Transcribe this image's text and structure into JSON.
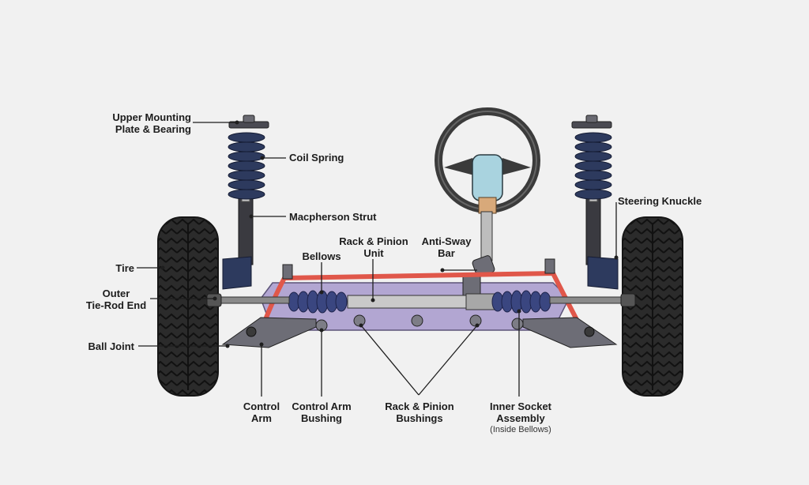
{
  "labels": {
    "upper_mounting": [
      "Upper Mounting",
      "Plate & Bearing"
    ],
    "coil_spring": "Coil Spring",
    "macpherson_strut": "Macpherson Strut",
    "tire": "Tire",
    "outer_tie_rod": [
      "Outer",
      "Tie-Rod End"
    ],
    "ball_joint": "Ball Joint",
    "bellows": "Bellows",
    "rack_pinion_unit": [
      "Rack & Pinion",
      "Unit"
    ],
    "anti_sway_bar": [
      "Anti-Sway",
      "Bar"
    ],
    "steering_knuckle": "Steering Knuckle",
    "control_arm": [
      "Control",
      "Arm"
    ],
    "control_arm_bushing": [
      "Control Arm",
      "Bushing"
    ],
    "rack_pinion_bushings": [
      "Rack & Pinion",
      "Bushings"
    ],
    "inner_socket": [
      "Inner Socket",
      "Assembly"
    ],
    "inner_socket_note": "(Inside Bellows)"
  },
  "colors": {
    "background": "#f1f1f1",
    "tire": "#2a2a2a",
    "spring": "#2d3a5e",
    "bellows": "#3a4680",
    "anti_sway_bar": "#e0574a",
    "subframe": "#b2a6d2",
    "steel": "#c9c9c9",
    "column": "#a9d3df"
  }
}
